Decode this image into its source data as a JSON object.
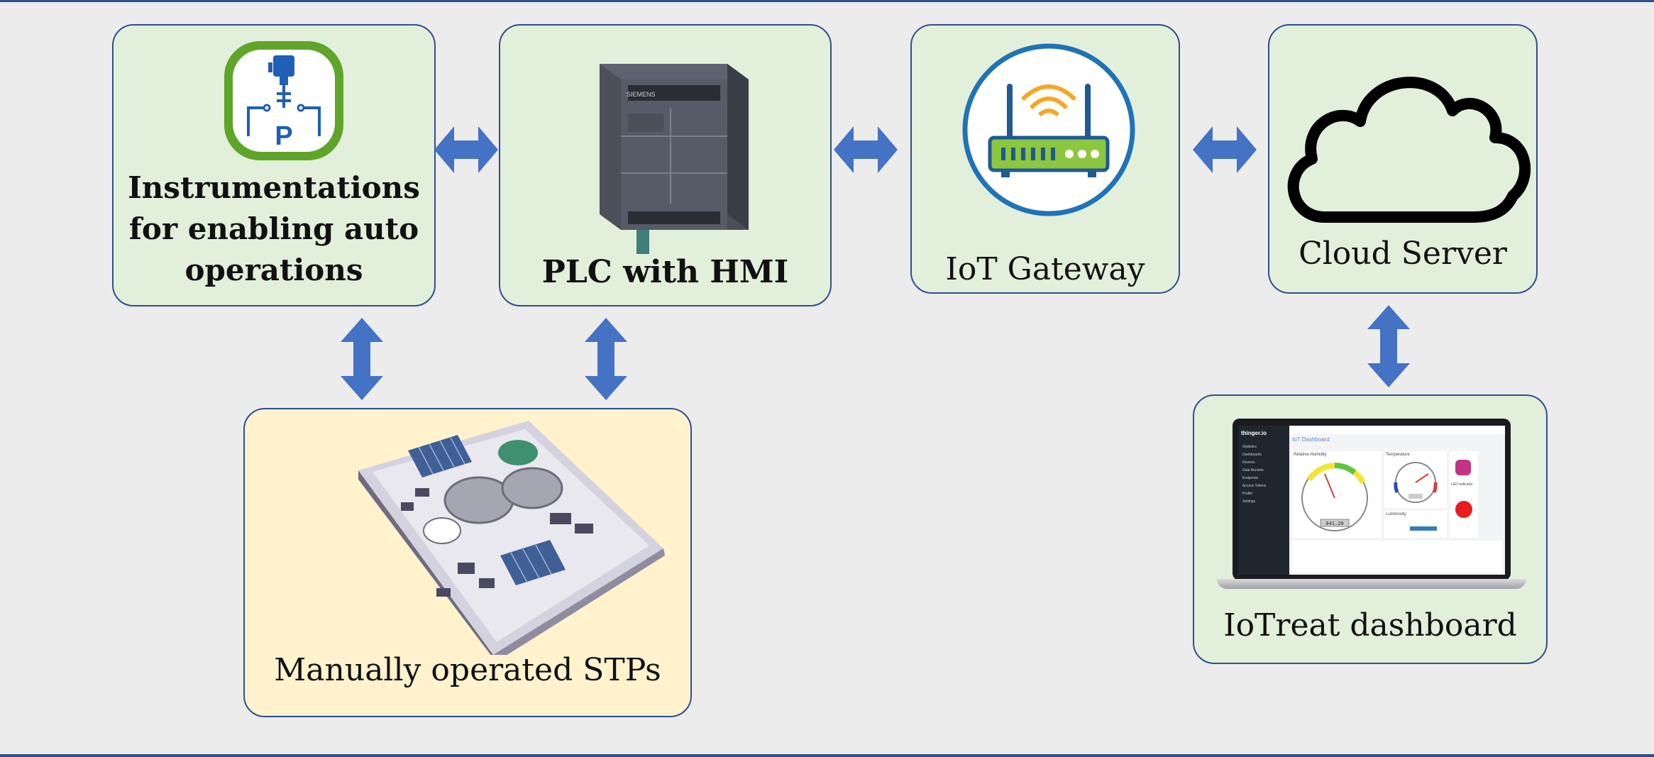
{
  "nodes": {
    "instrumentation": {
      "label": "Instrumentations\nfor enabling auto\noperations"
    },
    "plc": {
      "label": "PLC with HMI",
      "brand": "SIEMENS"
    },
    "gateway": {
      "label": "IoT Gateway"
    },
    "cloud": {
      "label": "Cloud Server"
    },
    "stp": {
      "label": "Manually operated STPs"
    },
    "dashboard": {
      "label": "IoTreat dashboard",
      "screen": {
        "brand": "thinger.io",
        "title": "IoT Dashboard",
        "menu": [
          "Statistics",
          "Dashboards",
          "Devices",
          "Data Buckets",
          "Endpoints",
          "Access Tokens",
          "Profile",
          "Settings"
        ],
        "widget_humidity": "Relative Humidity",
        "widget_temperature": "Temperature",
        "widget_luminosity": "Luminosity",
        "widget_led": "LED Indicator",
        "humidity_value": "041.20"
      }
    }
  },
  "colors": {
    "border": "#2f4f8f",
    "green_fill": "#e2efda",
    "yellow_fill": "#fff2cc",
    "arrow": "#4472c4",
    "instrument_icon": "#1f5fb5",
    "instrument_ring": "#5fa52a",
    "router": "#8dc63f",
    "router_ring": "#1f73b7",
    "wifi": "#f5a623"
  }
}
